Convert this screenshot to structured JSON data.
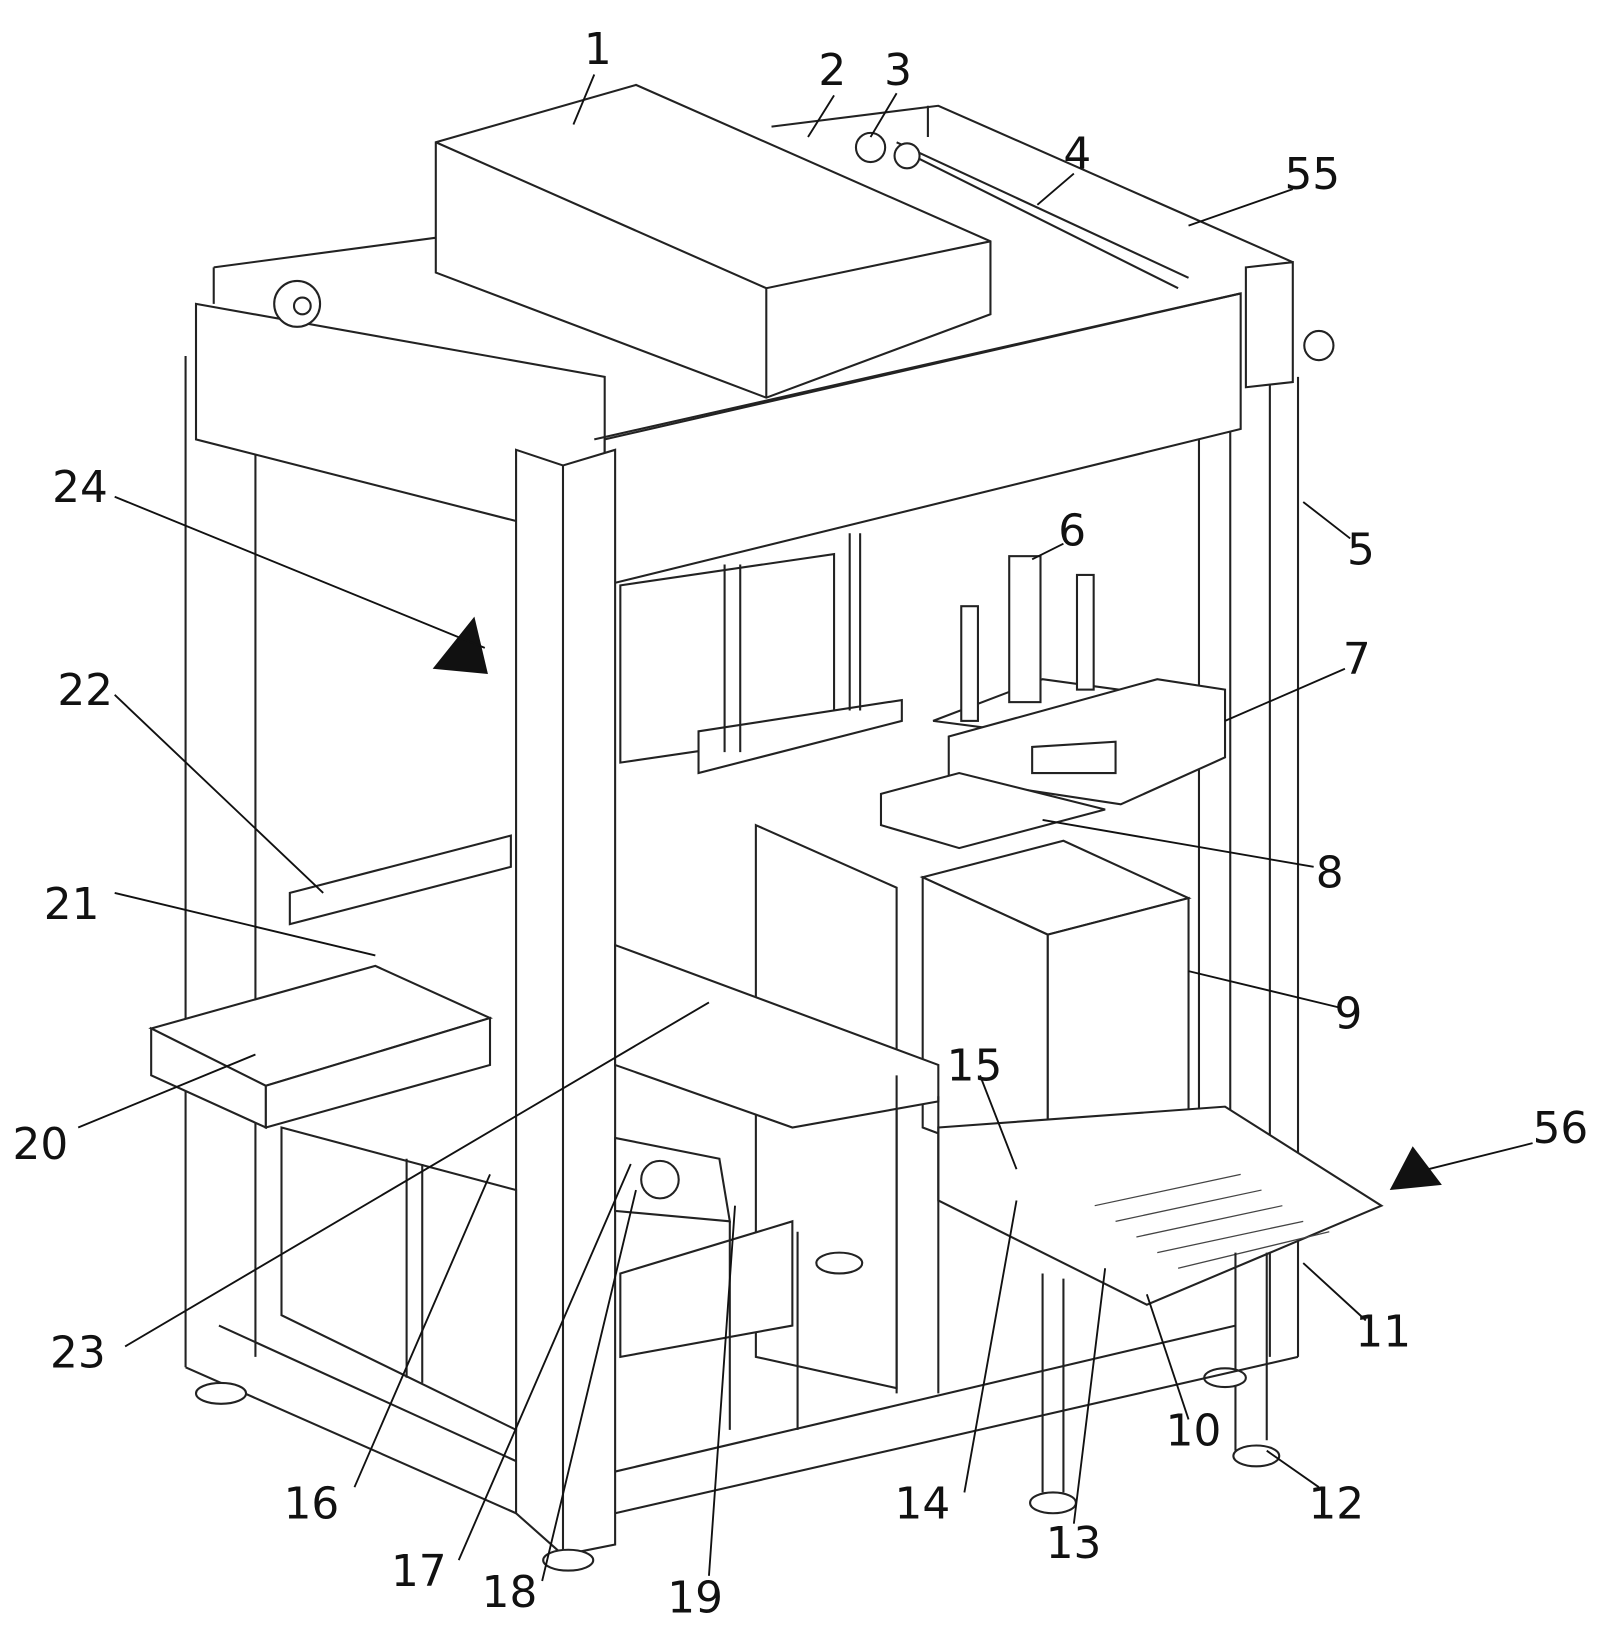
{
  "figure": {
    "labels": {
      "l1": "1",
      "l2": "2",
      "l3": "3",
      "l4": "4",
      "l5": "5",
      "l6": "6",
      "l7": "7",
      "l8": "8",
      "l9": "9",
      "l10": "10",
      "l11": "11",
      "l12": "12",
      "l13": "13",
      "l14": "14",
      "l15": "15",
      "l16": "16",
      "l17": "17",
      "l18": "18",
      "l19": "19",
      "l20": "20",
      "l21": "21",
      "l22": "22",
      "l23": "23",
      "l24": "24",
      "l55": "55",
      "l56": "56"
    }
  }
}
